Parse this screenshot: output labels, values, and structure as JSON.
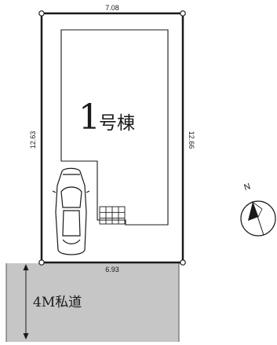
{
  "plot": {
    "dimensions": {
      "top": "7.08",
      "left": "12.63",
      "right": "12.66",
      "bottom": "6.93"
    },
    "building_label_number": "1",
    "building_label_text": "号棟"
  },
  "road": {
    "label": "4M私道"
  },
  "compass": {
    "north_label": "N"
  },
  "colors": {
    "line": "#1a1a1a",
    "road_fill": "#c6c6c6",
    "background": "#ffffff"
  },
  "icons": [
    "car-icon",
    "planter-grid-icon",
    "north-arrow-icon"
  ]
}
